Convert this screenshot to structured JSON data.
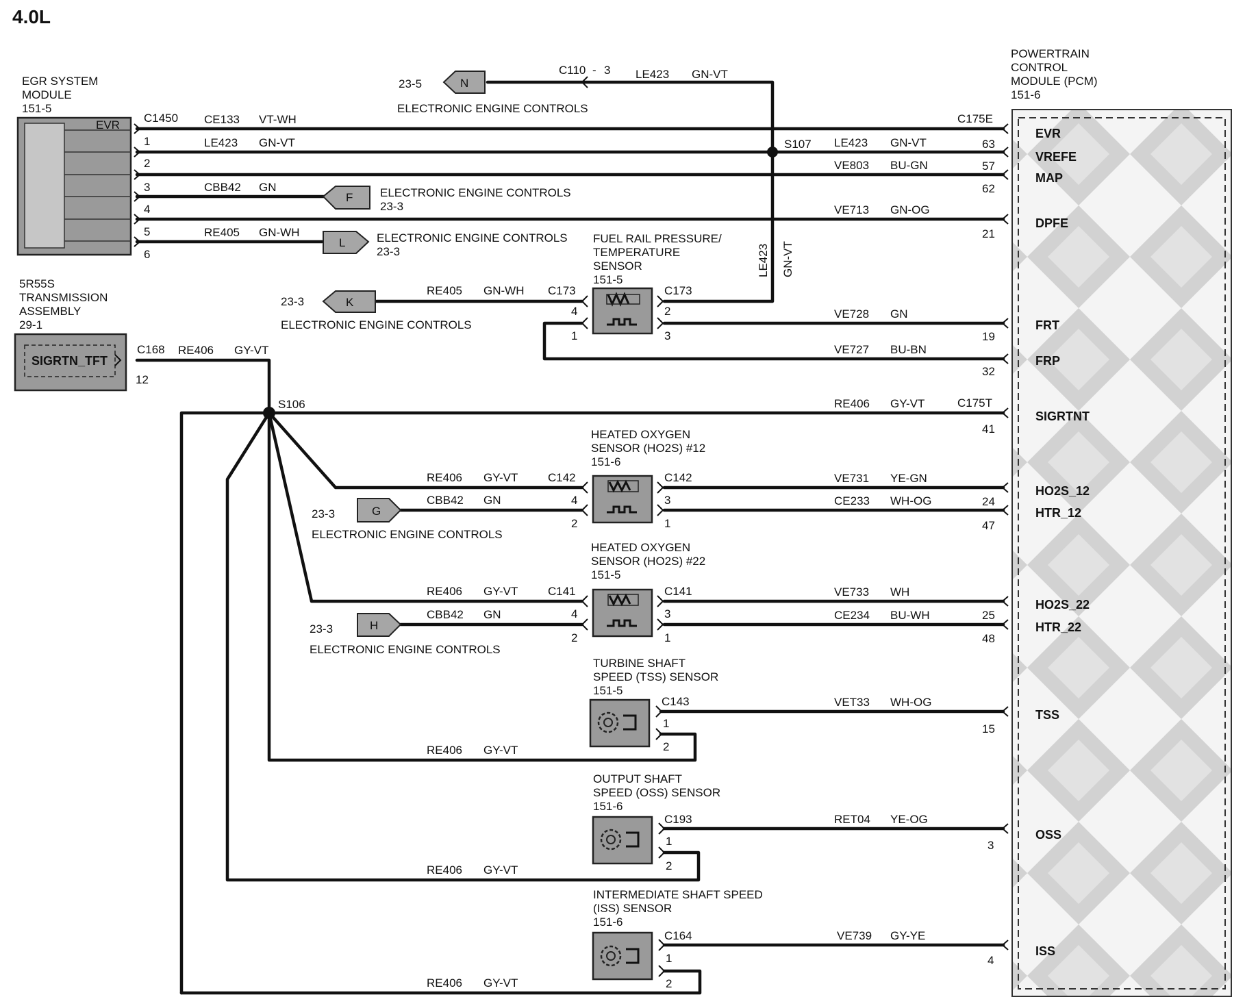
{
  "title": "4.0L",
  "egr": {
    "name_lines": [
      "EGR SYSTEM",
      "MODULE",
      "151-5"
    ],
    "connector": "C1450",
    "pins": [
      "EVR",
      "1",
      "2",
      "3",
      "4",
      "5",
      "6"
    ]
  },
  "pcm": {
    "name_lines": [
      "POWERTRAIN",
      "CONTROL",
      "MODULE (PCM)",
      "151-6"
    ],
    "connector_e": "C175E",
    "connector_t": "C175T",
    "pins": {
      "evr": {
        "label": "EVR",
        "num": "63"
      },
      "vrefe": {
        "label": "VREFE",
        "num": "57"
      },
      "map": {
        "label": "MAP",
        "num": "62"
      },
      "dpfe": {
        "label": "DPFE",
        "num": "21"
      },
      "frt": {
        "label": "FRT",
        "num": "19"
      },
      "frp": {
        "label": "FRP",
        "num": "32"
      },
      "sigrtnt": {
        "label": "SIGRTNT",
        "num": "41"
      },
      "ho2s12": {
        "label": "HO2S_12",
        "num": "24"
      },
      "htr12": {
        "label": "HTR_12",
        "num": "47"
      },
      "ho2s22": {
        "label": "HO2S_22",
        "num": "25"
      },
      "htr22": {
        "label": "HTR_22",
        "num": "48"
      },
      "tss": {
        "label": "TSS",
        "num": "15"
      },
      "oss": {
        "label": "OSS",
        "num": "3"
      },
      "iss": {
        "label": "ISS",
        "num": "4"
      }
    }
  },
  "trans": {
    "name_lines": [
      "5R55S",
      "TRANSMISSION",
      "ASSEMBLY",
      "29-1"
    ],
    "pin_label": "SIGRTN_TFT",
    "connector": "C168",
    "pin": "12",
    "circuit": "RE406",
    "color": "GY-VT"
  },
  "splices": {
    "s107": "S107",
    "s106": "S106"
  },
  "top": {
    "connector": "C110",
    "dash": "-",
    "pin": "3",
    "circuit": "LE423",
    "color": "GN-VT",
    "flag": "N",
    "page": "23-5",
    "desc": "ELECTRONIC ENGINE CONTROLS"
  },
  "wires": {
    "evr": {
      "circuit": "CE133",
      "color": "VT-WH"
    },
    "vrefe_left": {
      "circuit": "LE423",
      "color": "GN-VT"
    },
    "vrefe_right": {
      "circuit": "LE423",
      "color": "GN-VT"
    },
    "map": {
      "circuit": "VE803",
      "color": "BU-GN"
    },
    "egr3": {
      "circuit": "CBB42",
      "color": "GN"
    },
    "dpfe": {
      "circuit": "VE713",
      "color": "GN-OG"
    },
    "egr5": {
      "circuit": "RE405",
      "color": "GN-WH"
    },
    "vertical": {
      "circuit": "LE423",
      "color": "GN-VT"
    },
    "frt_left": {
      "circuit": "RE405",
      "color": "GN-WH"
    },
    "frt": {
      "circuit": "VE728",
      "color": "GN"
    },
    "frp": {
      "circuit": "VE727",
      "color": "BU-BN"
    },
    "sigrtnt": {
      "circuit": "RE406",
      "color": "GY-VT"
    },
    "ho2s12_left": {
      "circuit": "RE406",
      "color": "GY-VT"
    },
    "htr12_left": {
      "circuit": "CBB42",
      "color": "GN"
    },
    "ho2s12": {
      "circuit": "VE731",
      "color": "YE-GN"
    },
    "htr12": {
      "circuit": "CE233",
      "color": "WH-OG"
    },
    "ho2s22_left": {
      "circuit": "RE406",
      "color": "GY-VT"
    },
    "htr22_left": {
      "circuit": "CBB42",
      "color": "GN"
    },
    "ho2s22": {
      "circuit": "VE733",
      "color": "WH"
    },
    "htr22": {
      "circuit": "CE234",
      "color": "BU-WH"
    },
    "tss": {
      "circuit": "VET33",
      "color": "WH-OG"
    },
    "tss_return": {
      "circuit": "RE406",
      "color": "GY-VT"
    },
    "oss": {
      "circuit": "RET04",
      "color": "YE-OG"
    },
    "oss_return": {
      "circuit": "RE406",
      "color": "GY-VT"
    },
    "iss": {
      "circuit": "VE739",
      "color": "GY-YE"
    },
    "iss_return": {
      "circuit": "RE406",
      "color": "GY-VT"
    }
  },
  "flags": {
    "f": {
      "letter": "F",
      "desc": "ELECTRONIC ENGINE CONTROLS",
      "page": "23-3"
    },
    "l": {
      "letter": "L",
      "desc": "ELECTRONIC ENGINE CONTROLS",
      "page": "23-3"
    },
    "k": {
      "letter": "K",
      "desc": "ELECTRONIC ENGINE CONTROLS",
      "page": "23-3"
    },
    "g": {
      "letter": "G",
      "desc": "ELECTRONIC ENGINE CONTROLS",
      "page": "23-3"
    },
    "h": {
      "letter": "H",
      "desc": "ELECTRONIC ENGINE CONTROLS",
      "page": "23-3"
    }
  },
  "frtp": {
    "name_lines": [
      "FUEL RAIL    PRESSURE/",
      "TEMPERATURE",
      "SENSOR",
      "151-5"
    ],
    "conn_left": "C173",
    "conn_right": "C173",
    "pins": [
      "4",
      "1",
      "2",
      "3"
    ]
  },
  "ho2s12": {
    "name_lines": [
      "HEATED OXYGEN",
      "SENSOR   (HO2S) #12",
      "151-6"
    ],
    "conn_left": "C142",
    "conn_right": "C142",
    "pins": [
      "4",
      "2",
      "3",
      "1"
    ]
  },
  "ho2s22": {
    "name_lines": [
      "HEATED OXYGEN",
      "SENSOR   (HO2S) #22",
      "151-5"
    ],
    "conn_left": "C141",
    "conn_right": "C141",
    "pins": [
      "4",
      "2",
      "3",
      "1"
    ]
  },
  "tss": {
    "name_lines": [
      "TURBINE SHAFT",
      "SPEED (TSS)   SENSOR",
      "151-5"
    ],
    "connector": "C143",
    "pins": [
      "1",
      "2"
    ]
  },
  "oss": {
    "name_lines": [
      "OUTPUT SHAFT",
      "SPEED (OSS)    SENSOR",
      "151-6"
    ],
    "connector": "C193",
    "pins": [
      "1",
      "2"
    ]
  },
  "iss": {
    "name_lines": [
      "INTERMEDIATE   SHAFT SPEED",
      "(ISS) SENSOR",
      "151-6"
    ],
    "connector": "C164",
    "pins": [
      "1",
      "2"
    ]
  }
}
